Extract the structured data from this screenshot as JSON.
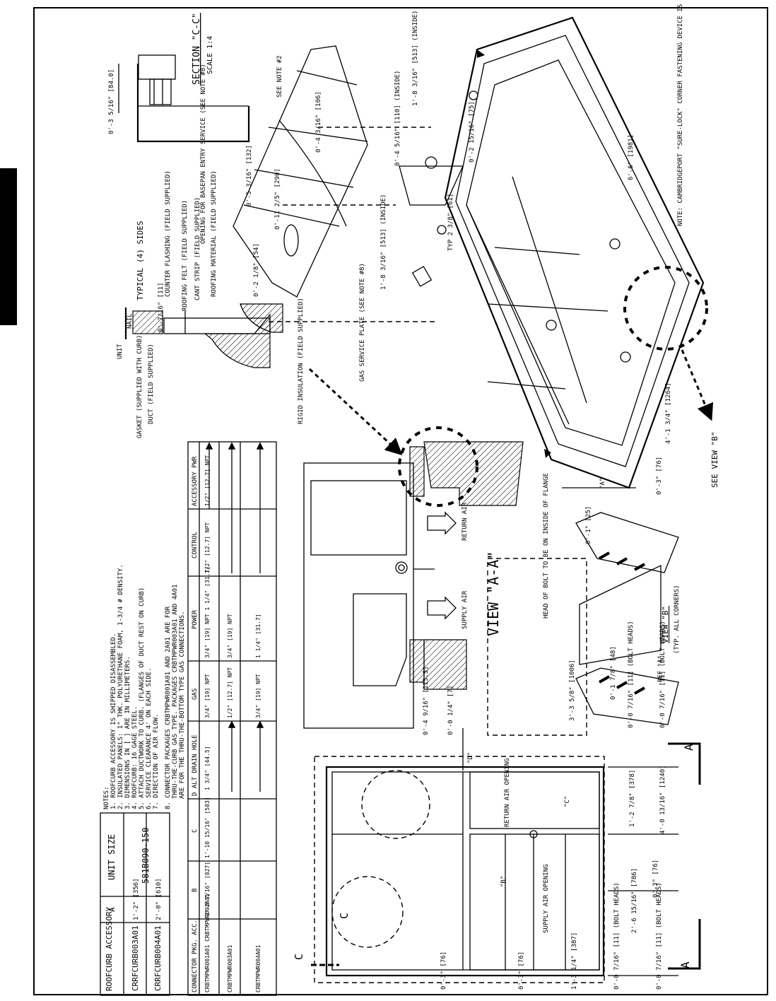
{
  "unit_table": {
    "headers": [
      "ROOFCURB ACCESSORY",
      "A",
      "UNIT SIZE"
    ],
    "rows": [
      {
        "accessory": "CRRFCURB003A01",
        "a": "1'-2\" [356]"
      },
      {
        "accessory": "CRRFCURB004A01",
        "a": "2'-0\" [610]"
      }
    ],
    "unit_size": "581B090-150"
  },
  "connector_table": {
    "headers": [
      "CONNECTOR PKG. ACC.",
      "B",
      "C",
      "D ALT DRAIN HOLE",
      "GAS",
      "POWER",
      "CONTROL",
      "ACCESSORY PWR"
    ],
    "rows": [
      {
        "pkg": "CRBTMPWR001A01 CRBTMPWR002A01",
        "b": "2'-8 7/16\" [827]",
        "c": "1'-10 15/16\" [583]",
        "d": "1 3/4\" [44.5]",
        "gas": "3/4\" [19] NPT",
        "power": "3/4\" [19] NPT 1 1/4\" [31.7]",
        "control": "1/2\" [12.7] NPT",
        "acc_pwr": "1/2\" [12.7] NPT"
      },
      {
        "pkg": "CRBTMPWR003A01",
        "gas": "1/2\" [12.7] NPT",
        "power": "3/4\" [19] NPT"
      },
      {
        "pkg": "CRBTMPWR004A01",
        "gas": "3/4\" [19] NPT",
        "power": "1 1/4\" [31.7]"
      }
    ]
  },
  "notes": {
    "heading": "NOTES:",
    "items": [
      "1. ROOFCURB ACCESSORY IS SHIPPED DISASSEMBLED.",
      "2. INSULATED PANELS: 1\" THK. POLYURETHANE FOAM, 1-3/4 # DENSITY.",
      "3. DIMENSIONS IN [ ] ARE IN MILLIMETERS.",
      "4. ROOFCURB: 16 GAGE STEEL.",
      "5. ATTACH DUCTWORK TO CURB. (FLANGES OF DUCT REST ON CURB)",
      "6. SERVICE CLEARANCE 4' ON EACH SIDE.",
      "7. DIRECTION OF AIR FLOW.",
      "8. CONNECTOR PACKAGES CRBTMPWR001A01 AND 2A01 ARE FOR",
      "THRU-THE-CURB GAS TYPE. PACKAGES CRBTMPWR003A01 AND 4A01",
      "ARE FOR THE THRU-THE-BOTTOM TYPE GAS CONNECTIONS."
    ]
  },
  "section_cc": {
    "title": "SECTION \"C-C\"",
    "scale": "SCALE 1:4",
    "dim": "0'-3 5/16\" [84.0]"
  },
  "curb_detail": {
    "typical": "TYPICAL (4) SIDES",
    "labels": [
      "UNIT",
      "NAIL",
      "0'-7/16\" [11]",
      "COUNTER FLASHING (FIELD SUPPLIED)",
      "ROOFING FELT (FIELD SUPPLIED)",
      "CANT STRIP (FIELD SUPPLIED)",
      "ROOFING MATERIAL (FIELD SUPPLIED)",
      "GASKET (SUPPLIED WITH CURB)",
      "DUCT (FIELD SUPPLIED)",
      "RIGID INSULATION (FIELD SUPPLIED)"
    ]
  },
  "iso_view": {
    "labels": [
      "SEE NOTE #2",
      "OPENING FOR BASEPAN ENTRY SERVICE (SEE NOTE #8)",
      "GAS SERVICE PLATE (SEE NOTE #8)",
      "SEE VIEW \"B\"",
      "NOTE: CAMBRIDGEPORT \"SURE-LOCK\" CORNER FASTENING DEVICE IS ACCEPTABLE ALTERNATE CONSTRUCTION."
    ],
    "dims": [
      "1'-8 3/16\" [513] (INSIDE)",
      "0'-4 5/16\" [110] (INSIDE)",
      "0'-4 3/16\" [106]",
      "0'-2 15/16\" [75]",
      "0'-5 3/16\" [132]",
      "0'-11 2/5\" [290]",
      "0'-2 1/8\" [54]",
      "1'-8 3/16\" [513] (INSIDE)",
      "TYP 2 3/8\" [61]",
      "6'-6\" [1981]",
      "4'-1 3/4\" [1264]",
      "\"A\""
    ]
  },
  "view_aa": {
    "title": "VIEW \"A-A\"",
    "supply": "SUPPLY AIR",
    "return": "RETURN AIR",
    "dims": [
      "0'-0 1/4\" [7]",
      "0'-4 9/16\" [115.5]"
    ]
  },
  "view_b": {
    "title": "VIEW \"B\"",
    "sub": "(TYP. ALL CORNERS)",
    "head": "HEAD OF BOLT TO BE ON INSIDE OF FLANGE",
    "dims": [
      "0'-1\" [25]",
      "0'-3\" [76]",
      "0'-1 7/8\" [48]",
      "REF \"A\""
    ]
  },
  "plan_view": {
    "labels": [
      "RETURN AIR OPENING",
      "SUPPLY AIR OPENING",
      "\"C\"",
      "\"B\"",
      "\"D\"",
      "C",
      "C",
      "A",
      "A"
    ],
    "dims": [
      "3'-3 5/8\" [1006]",
      "0'-0 7/16\" [11] (BOLT HEADS)",
      "0'-0 7/16\" [11] (BOLT HEADS)",
      "1'-2 7/8\" [378]",
      "4'-0 13/16\" [1240]",
      "2'-6 15/16\" [786]",
      "0'-3\" [76]",
      "0'-0 7/16\" [11] (BOLT HEADS)",
      "0'-0 7/16\" [11] (BOLT HEADS)",
      "0'-3\" [76]",
      "0'-3\" [76]",
      "1'-3 1/4\" [387]"
    ]
  }
}
